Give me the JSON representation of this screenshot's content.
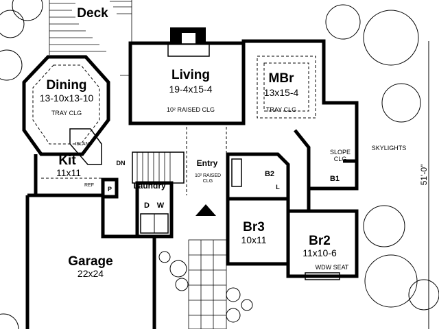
{
  "rooms": {
    "deck": {
      "name": "Deck"
    },
    "living": {
      "name": "Living",
      "size": "19-4x15-4",
      "note": "10² RAISED CLG"
    },
    "mbr": {
      "name": "MBr",
      "size": "13x15-4",
      "note": "TRAY CLG"
    },
    "dining": {
      "name": "Dining",
      "size": "13-10x13-10",
      "note": "TRAY CLG"
    },
    "kit": {
      "name": "Kit",
      "size": "11x11",
      "island": "ISLAND",
      "ref": "REF",
      "pantry": "P"
    },
    "entry": {
      "name": "Entry",
      "note1": "10² RAISED",
      "note2": "CLG"
    },
    "laundry": {
      "name": "Laundry",
      "dryer": "D",
      "washer": "W"
    },
    "stairs": {
      "label": "DN"
    },
    "b1": {
      "name": "B1",
      "note1": "SLOPE",
      "note2": "CLG",
      "skylights": "SKYLIGHTS"
    },
    "b2": {
      "name": "B2",
      "linen": "L"
    },
    "br3": {
      "name": "Br3",
      "size": "10x11"
    },
    "br2": {
      "name": "Br2",
      "size": "11x10-6",
      "note": "WDW SEAT"
    },
    "garage": {
      "name": "Garage",
      "size": "22x24"
    }
  },
  "dimension": "51'-0\""
}
